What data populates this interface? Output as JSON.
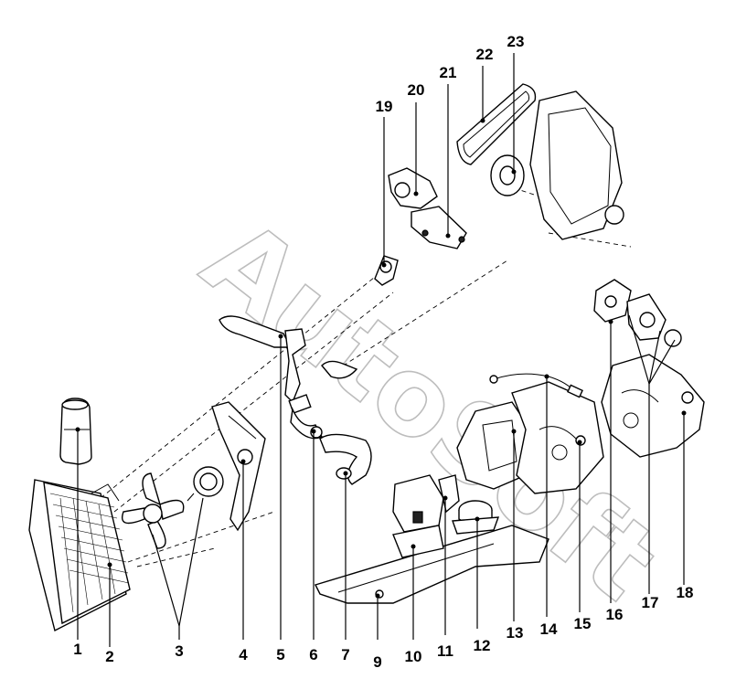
{
  "watermark": {
    "text": "AutoSoft"
  },
  "callouts": {
    "n1": "1",
    "n2": "2",
    "n3": "3",
    "n4": "4",
    "n5": "5",
    "n6": "6",
    "n7": "7",
    "n9": "9",
    "n10": "10",
    "n11": "11",
    "n12": "12",
    "n13": "13",
    "n14": "14",
    "n15": "15",
    "n16": "16",
    "n17": "17",
    "n18": "18",
    "n19": "19",
    "n20": "20",
    "n21": "21",
    "n22": "22",
    "n23": "23"
  }
}
